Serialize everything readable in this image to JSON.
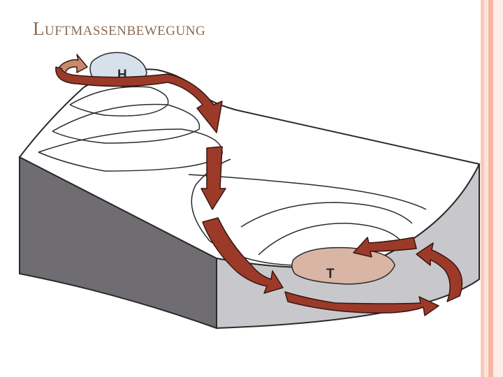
{
  "slide": {
    "title": "Luftmassenbewegung"
  },
  "diagram": {
    "high_label": "H",
    "low_label": "T",
    "colors": {
      "arrow": "#9c3a2a",
      "arrow_outline": "#3a1510",
      "high_zone": "#d6e1ec",
      "low_zone": "#d8b5a4",
      "block_front_dark": "#6f6d72",
      "block_side_light": "#c8c8cc",
      "surface": "#ffffff",
      "border_accent": "#f6b7a5",
      "title": "#8a6a52"
    }
  }
}
